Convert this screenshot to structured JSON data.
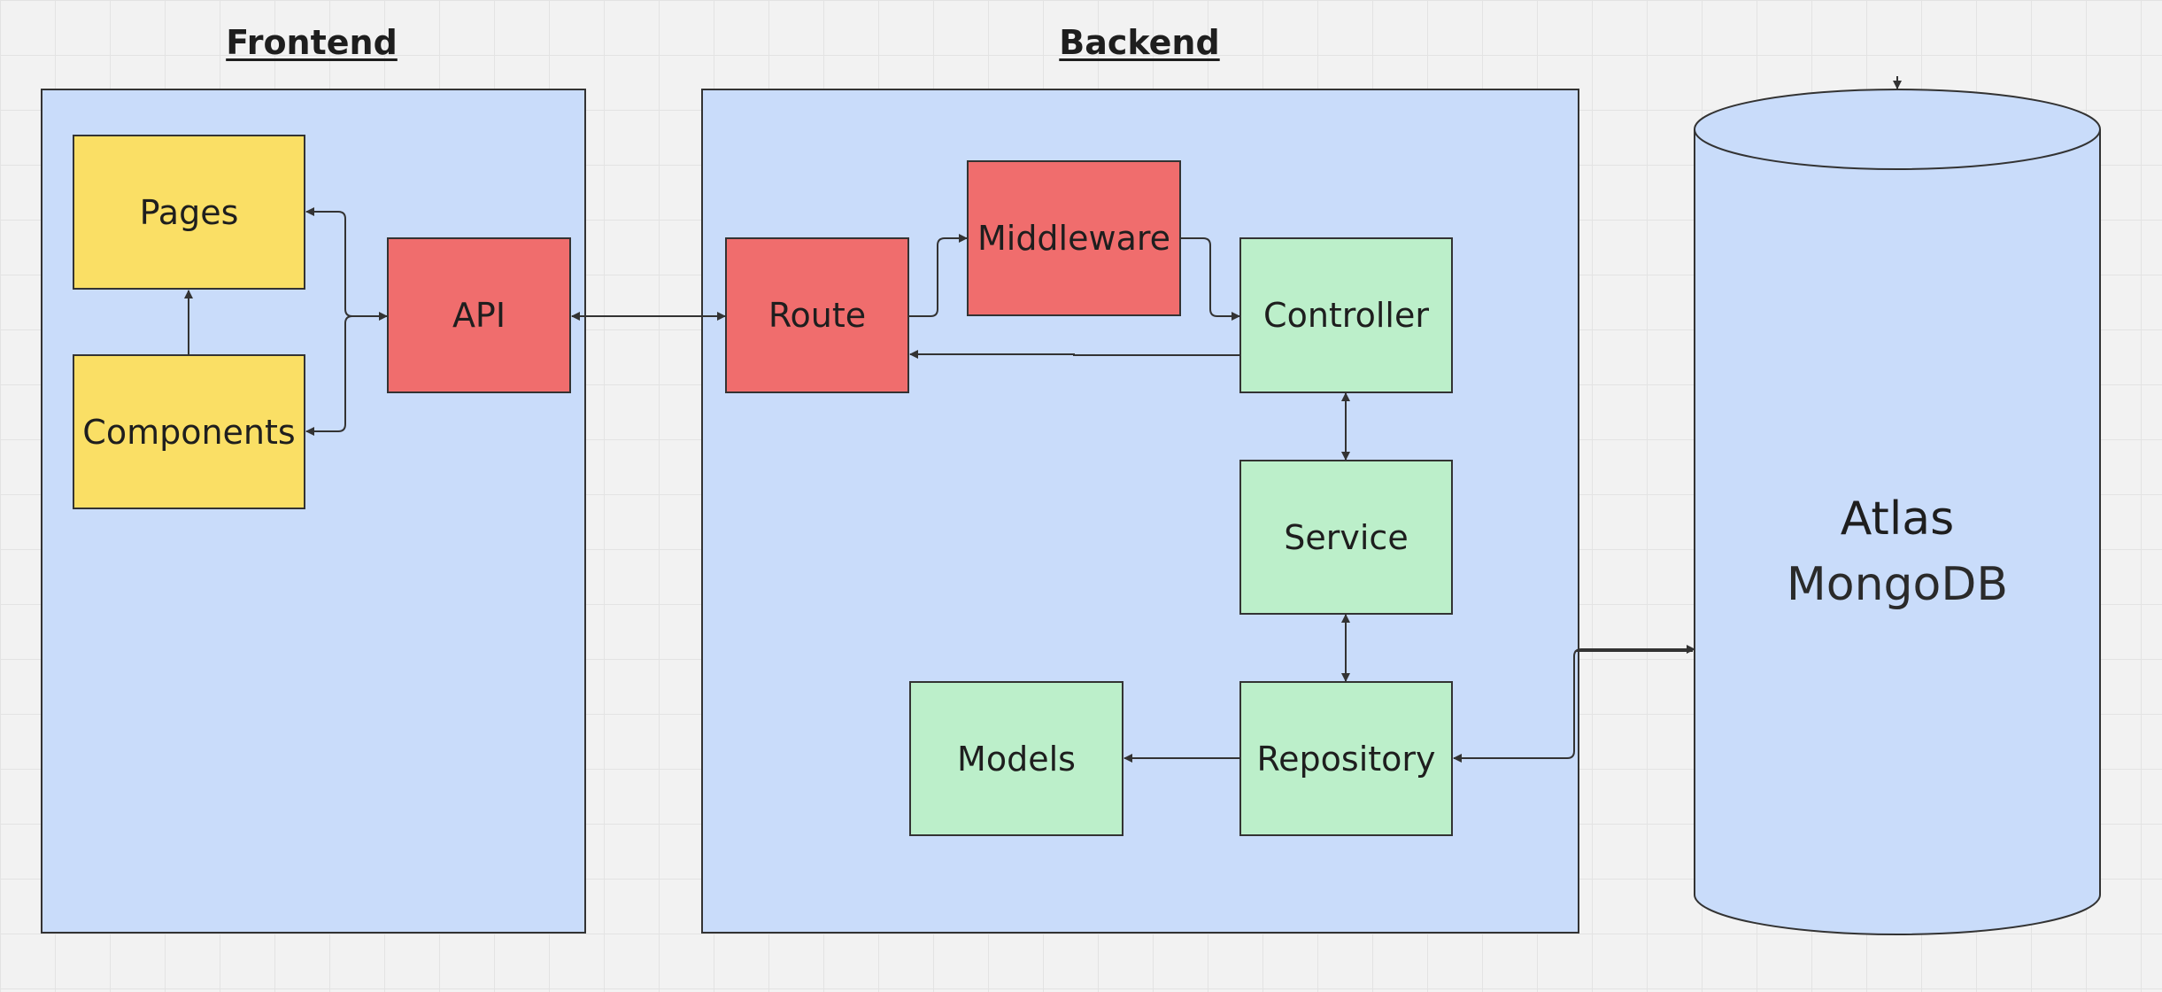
{
  "groups": {
    "frontend": {
      "title": "Frontend"
    },
    "backend": {
      "title": "Backend"
    }
  },
  "nodes": {
    "pages": "Pages",
    "components": "Components",
    "api": "API",
    "route": "Route",
    "middleware": "Middleware",
    "controller": "Controller",
    "service": "Service",
    "repository": "Repository",
    "models": "Models"
  },
  "database": {
    "line1": "Atlas",
    "line2": "MongoDB"
  },
  "colors": {
    "container": "#c9dcfa",
    "yellow": "#fadf65",
    "red": "#f06d6d",
    "green": "#bcefca",
    "stroke": "#333333"
  }
}
